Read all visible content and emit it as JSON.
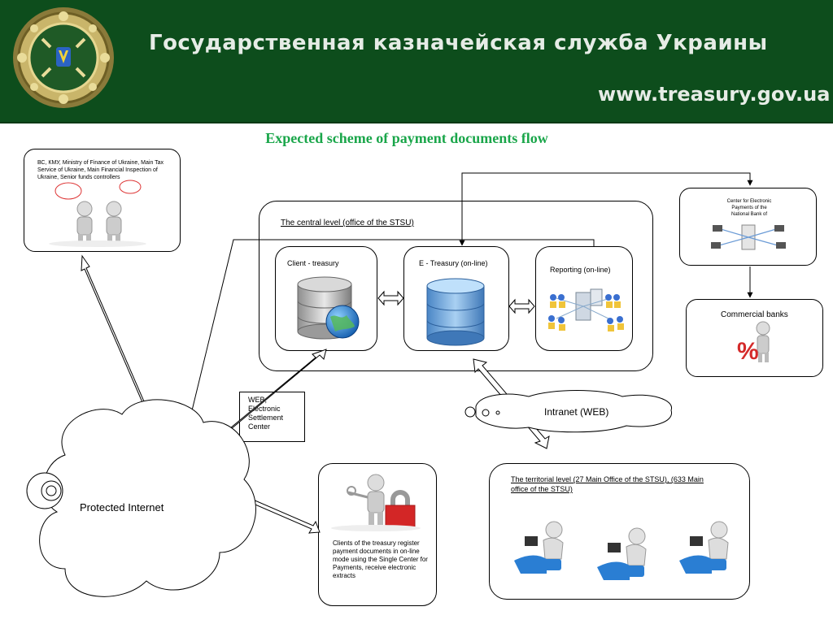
{
  "header": {
    "title": "Государственная казначейская служба Украины",
    "url": "www.treasury.gov.ua"
  },
  "slide_title": "Expected scheme of payment  documents flow",
  "controllers": {
    "text": "ВС, КМУ, Ministry of Finance of Ukraine, Main Tax Service of Ukraine, Main Financial Inspection of Ukraine, Senior funds controllers"
  },
  "central": {
    "title": "The central level (office of the STSU)",
    "client": "Client - treasury",
    "etreasury": "E - Treasury (on-line)",
    "reporting": "Reporting (on-line)"
  },
  "nbu": {
    "text": "Center for Electronic Payments of the National Bank of"
  },
  "banks": {
    "title": "Commercial banks"
  },
  "web_center": {
    "text": "WEB, Electronic Settlement Center"
  },
  "intranet": {
    "label": "Intranet (WEB)"
  },
  "internet": {
    "label": "Protected Internet"
  },
  "clients": {
    "text": "Clients of the treasury register payment documents in on-line mode using the Single Center for Payments, receive electronic extracts"
  },
  "territorial": {
    "title": "The territorial level (27  Main Office of the STSU), (633 Main office of the STSU)"
  },
  "colors": {
    "header_bg": "#0d4d1c",
    "title_green": "#1aa64a",
    "link_blue": "#1f4fa8"
  }
}
